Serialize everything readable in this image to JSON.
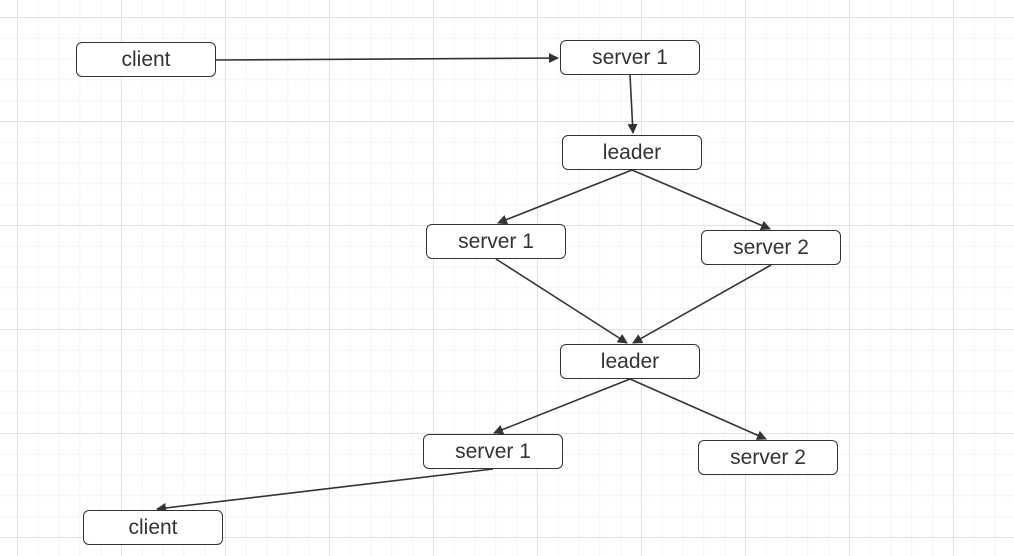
{
  "diagram": {
    "nodes": {
      "client_top": {
        "label": "client"
      },
      "server1_top": {
        "label": "server 1"
      },
      "leader_1": {
        "label": "leader"
      },
      "server1_mid": {
        "label": "server 1"
      },
      "server2_mid": {
        "label": "server 2"
      },
      "leader_2": {
        "label": "leader"
      },
      "server1_bot": {
        "label": "server 1"
      },
      "server2_bot": {
        "label": "server 2"
      },
      "client_bot": {
        "label": "client"
      }
    },
    "edges": [
      {
        "from": "client_top",
        "to": "server1_top"
      },
      {
        "from": "server1_top",
        "to": "leader_1"
      },
      {
        "from": "leader_1",
        "to": "server1_mid"
      },
      {
        "from": "leader_1",
        "to": "server2_mid"
      },
      {
        "from": "server1_mid",
        "to": "leader_2"
      },
      {
        "from": "server2_mid",
        "to": "leader_2"
      },
      {
        "from": "leader_2",
        "to": "server1_bot"
      },
      {
        "from": "leader_2",
        "to": "server2_bot"
      },
      {
        "from": "server1_bot",
        "to": "client_bot"
      }
    ],
    "colors": {
      "stroke": "#333333",
      "grid_major": "#e2e2e2",
      "grid_minor": "#f4f4f4",
      "background": "#ffffff"
    }
  }
}
